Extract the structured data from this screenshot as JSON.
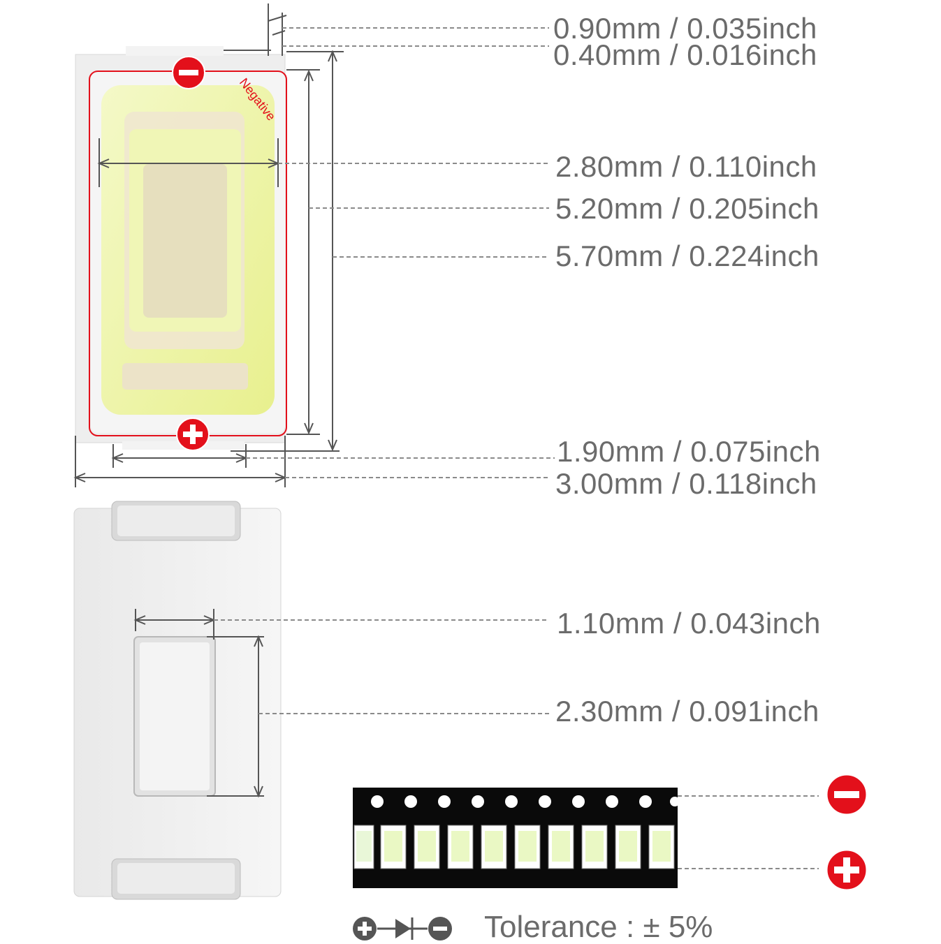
{
  "top_view": {
    "negative_label": "Negative"
  },
  "dimensions": {
    "d0": "0.90mm / 0.035inch",
    "d1": "0.40mm / 0.016inch",
    "d2": "2.80mm / 0.110inch",
    "d3": "5.20mm / 0.205inch",
    "d4": "5.70mm / 0.224inch",
    "d5": "1.90mm / 0.075inch",
    "d6": "3.00mm / 0.118inch",
    "d7": "1.10mm / 0.043inch",
    "d8": "2.30mm / 0.091inch"
  },
  "tolerance": "Tolerance : ± 5%",
  "icons": {
    "negative": "minus-circle-icon",
    "positive": "plus-circle-icon",
    "diode": "diode-symbol-icon"
  },
  "colors": {
    "polarity_red": "#e3101b",
    "label_gray": "#6b6b6b",
    "led_yellow": "#eef5a8"
  }
}
